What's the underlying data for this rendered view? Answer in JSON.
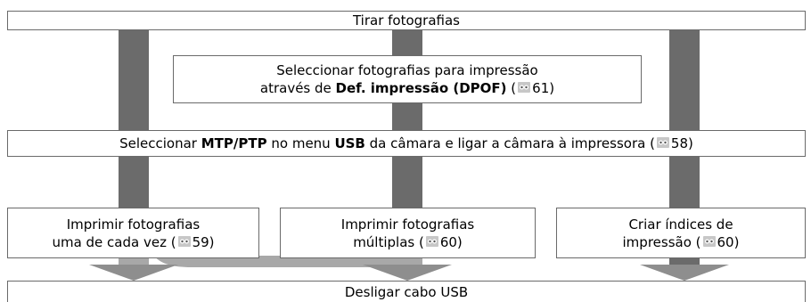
{
  "colors": {
    "connector": "#6b6b6b",
    "border": "#6a6a6a",
    "icon": "#888888"
  },
  "top": {
    "text": "Tirar fotografias"
  },
  "dpof": {
    "line1": "Seleccionar fotografias para impressão",
    "line2_pre": "através de ",
    "line2_bold": "Def. impressão (DPOF)",
    "line2_post_open": " (",
    "ref": "61)"
  },
  "connect": {
    "pre": "Seleccionar ",
    "bold1": "MTP/PTP",
    "mid": " no menu ",
    "bold2": "USB",
    "post": " da câmara e ligar a câmara à impressora (",
    "ref": "58)"
  },
  "options": [
    {
      "line1": "Imprimir fotografias",
      "line2": "uma de cada vez (",
      "ref": "59)"
    },
    {
      "line1": "Imprimir fotografias",
      "line2": "múltiplas (",
      "ref": "60)"
    },
    {
      "line1": "Criar índices de",
      "line2": "impressão (",
      "ref": "60)"
    }
  ],
  "bottom": {
    "text": "Desligar cabo USB"
  }
}
